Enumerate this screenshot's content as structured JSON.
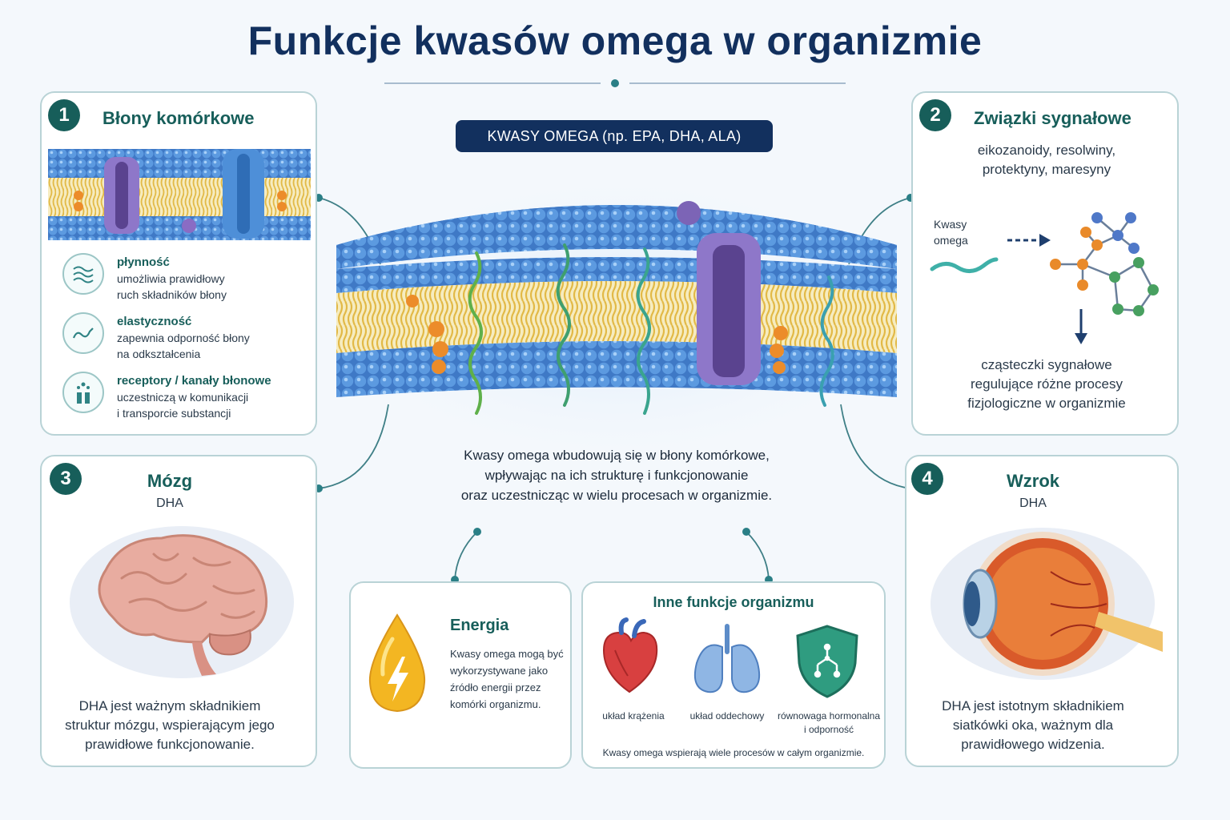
{
  "title": "Funkcje kwasów omega w organizmie",
  "badge": "KWASY OMEGA (np. EPA, DHA, ALA)",
  "center_text": [
    "Kwasy omega wbudowują się w błony komórkowe,",
    "wpływając na ich strukturę i funkcjonowanie",
    "oraz uczestnicząc w wielu procesach w organizmie."
  ],
  "membranes": {
    "number": "1",
    "title": "Błony komórkowe",
    "features": [
      {
        "icon": "waves-icon",
        "title": "płynność",
        "desc": [
          "umożliwia prawidłowy",
          "ruch składników błony"
        ]
      },
      {
        "icon": "elastic-wave-icon",
        "title": "elastyczność",
        "desc": [
          "zapewnia odporność błony",
          "na odkształcenia"
        ]
      },
      {
        "icon": "receptor-channel-icon",
        "title": "receptory / kanały błonowe",
        "desc": [
          "uczestniczą w komunikacji",
          "i transporcie substancji"
        ]
      }
    ]
  },
  "signaling": {
    "number": "2",
    "title": "Związki sygnałowe",
    "subtitle": [
      "eikozanoidy, resolwiny,",
      "protektyny, maresyny"
    ],
    "omega_label": [
      "Kwasy",
      "omega"
    ],
    "result": [
      "cząsteczki sygnałowe",
      "regulujące różne procesy",
      "fizjologiczne w organizmie"
    ]
  },
  "brain": {
    "number": "3",
    "title": "Mózg",
    "subtitle": "DHA",
    "text": [
      "DHA jest ważnym składnikiem",
      "struktur mózgu, wspierającym jego",
      "prawidłowe funkcjonowanie."
    ]
  },
  "vision": {
    "number": "4",
    "title": "Wzrok",
    "subtitle": "DHA",
    "text": [
      "DHA jest istotnym składnikiem",
      "siatkówki oka, ważnym dla",
      "prawidłowego widzenia."
    ]
  },
  "energy": {
    "title": "Energia",
    "text": [
      "Kwasy omega mogą być",
      "wykorzystywane jako",
      "źródło energii przez",
      "komórki organizmu."
    ]
  },
  "other": {
    "title": "Inne funkcje organizmu",
    "items": [
      {
        "icon": "heart-icon",
        "label": [
          "układ krążenia"
        ]
      },
      {
        "icon": "lungs-icon",
        "label": [
          "układ oddechowy"
        ]
      },
      {
        "icon": "shield-icon",
        "label": [
          "równowaga hormonalna",
          "i odporność"
        ]
      }
    ],
    "footer": "Kwasy omega wspierają wiele procesów w całym organizmie."
  },
  "colors": {
    "navy": "#12305e",
    "teal": "#175e5a",
    "head_blue": "#4a8ed6",
    "tail_yellow": "#e8c65a",
    "protein_purple": "#8e77c9",
    "omega_green": "#5fb04a"
  }
}
